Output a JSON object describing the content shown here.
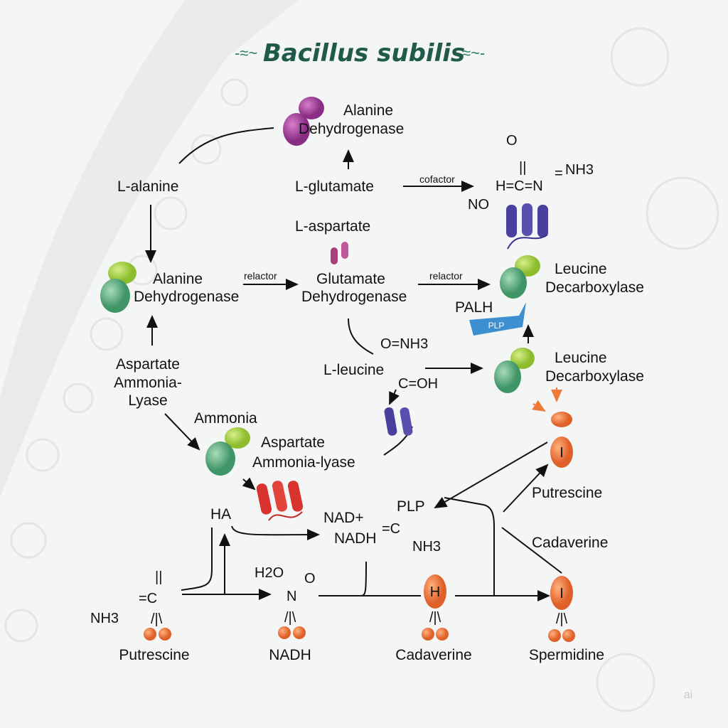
{
  "title": "Bacillus subilis",
  "colors": {
    "title": "#1f5a4a",
    "green_enzyme": "#5fae7d",
    "lime_enzyme": "#a6cf4a",
    "purple_enzyme": "#a0459a",
    "indigo_protein": "#4b3f9e",
    "red_protein": "#d8332e",
    "orange": "#ee7a3a",
    "plp_tag": "#3d8fd0"
  },
  "labels": {
    "alanine_dh_top": [
      "Alanine",
      "Dehydrogenase"
    ],
    "l_alanine": "L-alanine",
    "l_glutamate": "L-glutamate",
    "cofactor": "cofactor",
    "l_aspartate": "L-aspartate",
    "alanine_dh_left": [
      "Alanine",
      "Dehydrogenase"
    ],
    "relactor_1": "relactor",
    "glutamate_dh": [
      "Glutamate",
      "Dehydrogenase"
    ],
    "relactor_2": "relactor",
    "leucine_dc_1": [
      "Leucine",
      "Decarboxylase"
    ],
    "palh": "PALH",
    "plp_tag": "PLP",
    "l_leucine": "L-leucine",
    "leucine_dc_2": [
      "Leucine",
      "Decarboxylase"
    ],
    "aspartate_al": [
      "Aspartate",
      "Ammonia-",
      "Lyase"
    ],
    "ammonia": "Ammonia",
    "aspartate_al_2": [
      "Aspartate",
      "Ammonia-lyase"
    ],
    "ha": "HA",
    "nad": [
      "NAD+",
      "NADH"
    ],
    "plp": "PLP",
    "putrescine_right": "Putrescine",
    "cadaverine_right": "Cadaverine",
    "bottom": [
      "Putrescine",
      "NADH",
      "Cadaverine",
      "Spermidine"
    ],
    "watermark": "ai"
  },
  "chem": {
    "top_right": {
      "o": "O",
      "core": "H=C=N",
      "nh3": "NH3",
      "no": "NO"
    },
    "leucine": {
      "o_nh3": "O=NH3",
      "c_oh": "C=OH"
    },
    "plp_c": {
      "c": "=C",
      "nh3": "NH3"
    },
    "nitro": {
      "h2o": "H2O",
      "n": "N",
      "o": "O"
    },
    "putrescine_c": {
      "c": "=C",
      "nh3": "NH3"
    },
    "cadaverine_h": "H",
    "spermidine_i": "I",
    "orange_i": "I"
  }
}
